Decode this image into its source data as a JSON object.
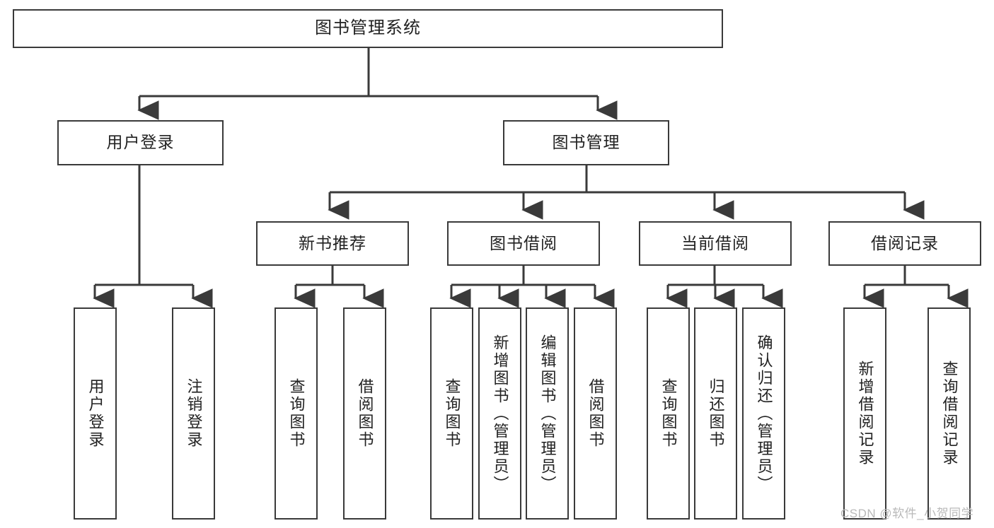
{
  "diagram": {
    "title": "图书管理系统",
    "watermark": "CSDN @软件_小贺同学",
    "colors": {
      "stroke": "#3a3a3a",
      "fill": "#ffffff",
      "text": "#222222",
      "watermark": "#b9b9b9"
    },
    "levels": {
      "root": {
        "label": "图书管理系统"
      },
      "level2": [
        {
          "label": "用户登录"
        },
        {
          "label": "图书管理"
        }
      ],
      "level3": [
        {
          "label": "新书推荐"
        },
        {
          "label": "图书借阅"
        },
        {
          "label": "当前借阅"
        },
        {
          "label": "借阅记录"
        }
      ],
      "leaves": {
        "user_login": [
          {
            "label": "用户登录"
          },
          {
            "label": "注销登录"
          }
        ],
        "new_book": [
          {
            "label": "查询图书"
          },
          {
            "label": "借阅图书"
          }
        ],
        "book_borrow": [
          {
            "label": "查询图书"
          },
          {
            "label": "新增图书（管理员）"
          },
          {
            "label": "编辑图书（管理员）"
          },
          {
            "label": "借阅图书"
          }
        ],
        "current_borrow": [
          {
            "label": "查询图书"
          },
          {
            "label": "归还图书"
          },
          {
            "label": "确认归还（管理员）"
          }
        ],
        "borrow_record": [
          {
            "label": "新增借阅记录"
          },
          {
            "label": "查询借阅记录"
          }
        ]
      }
    }
  }
}
